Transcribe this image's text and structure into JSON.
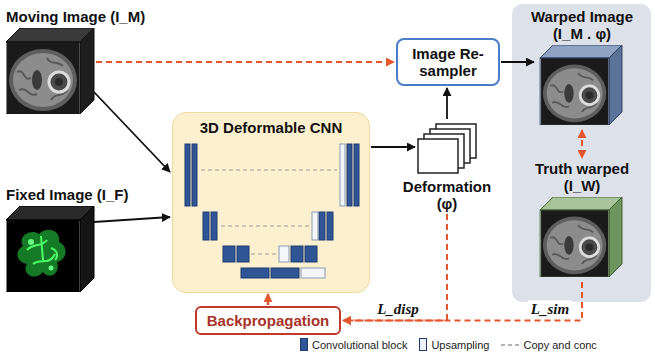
{
  "diagram": {
    "nodes": [
      {
        "text": [
          "Moving Image (I_M)"
        ]
      },
      {
        "text": [
          "Fixed Image (I_F)"
        ]
      },
      {
        "text": [
          "3D Deformable CNN"
        ]
      },
      {
        "text": [
          "Image Re-sampler"
        ]
      },
      {
        "text": [
          "Deformation (φ)"
        ]
      },
      {
        "text": [
          "Warped Image (I_M . φ)"
        ]
      },
      {
        "text": [
          "Truth warped (I_W)"
        ]
      },
      {
        "text": [
          "Backpropagation"
        ]
      }
    ],
    "edges": [
      {
        "from": 0,
        "to": 2,
        "arrow": "to"
      },
      {
        "from": 1,
        "to": 2,
        "arrow": "to"
      },
      {
        "from": 0,
        "to": 3,
        "arrow": "to"
      },
      {
        "from": 2,
        "to": 4,
        "arrow": "to"
      },
      {
        "from": 4,
        "to": 3,
        "arrow": "to"
      },
      {
        "from": 3,
        "to": 5,
        "arrow": "to"
      },
      {
        "from": 5,
        "to": 6,
        "arrow": "both"
      },
      {
        "from": 4,
        "to": 7,
        "label": "L_disp",
        "arrow": "to"
      },
      {
        "from": 6,
        "to": 7,
        "label": "L_sim",
        "arrow": "to"
      },
      {
        "from": 7,
        "to": 2,
        "arrow": "to"
      }
    ],
    "legend": [
      {
        "text": "Convolutional block",
        "color": "#2f5597"
      },
      {
        "text": "Upsampling",
        "color": "#eef2f8"
      },
      {
        "text": "Copy and conc"
      }
    ]
  }
}
